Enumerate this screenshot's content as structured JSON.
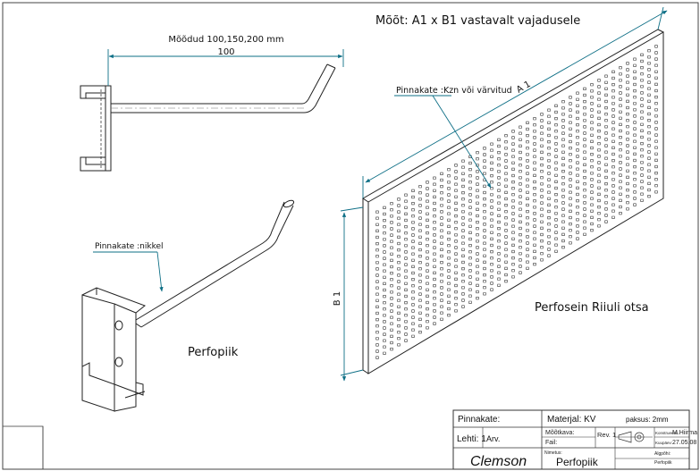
{
  "annotations": {
    "size_note": "Mõõt: A1 x B1 vastavalt vajadusele",
    "hook_dim_title": "Mõõdud 100,150,200 mm",
    "hook_dim_value": "100",
    "coating_panel": "Pinnakate :Kzn või värvitud",
    "coating_hook": "Pinnakate :nikkel",
    "dim_a": "A 1",
    "dim_b": "B 1",
    "panel_label": "Perfosein Riiuli otsa",
    "hook_label": "Perfopiik"
  },
  "title_block": {
    "finish_label": "Pinnakate:",
    "material": "Materjal: KV",
    "thickness": "paksus: 2mm",
    "sheet": "Lehti: 1",
    "quantity_label": "Arv.",
    "scale_label": "Mõõtkava:",
    "revision": "Rev. 1",
    "file_label": "Fail:",
    "designer_label": "Konstrueeris:",
    "designer": "M.Hiirma",
    "date_label": "Kuupäev:",
    "date": "27.05.08",
    "name_label": "Nimetus:",
    "company": "Clemson",
    "part_name": "Perfopiik",
    "original_label": "Algpõhi:",
    "original_value": "Perfopiik"
  }
}
